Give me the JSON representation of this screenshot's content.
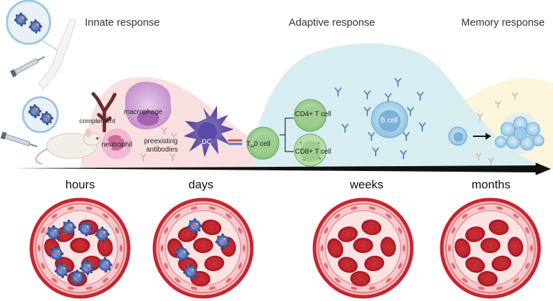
{
  "phases": {
    "innate": "Innate response",
    "adaptive": "Adaptive response",
    "memory": "Memory response"
  },
  "cells": {
    "complement": "complement",
    "macrophage": "macrophage",
    "neutrophil": "neutrophil",
    "preexisting_line1": "preexisting",
    "preexisting_line2": "antibodies",
    "dc": "DC",
    "th0_t": "T",
    "th0_sub": "H",
    "th0_rest": "0 cell",
    "cd4": "CD4+ T cell",
    "cd8": "CD8+ T cell",
    "bcell": "B cell"
  },
  "timeline": {
    "hours": "hours",
    "days": "days",
    "weeks": "weeks",
    "months": "months"
  },
  "colors": {
    "innate_bg": "#f9dfe0",
    "adaptive_bg": "#d5ecf1",
    "memory_bg": "#fbf5dc",
    "axis": "#111111",
    "vessel_ring": "#c8242f",
    "vessel_fill": "#f3b9bc",
    "rbc": "#c9262f",
    "virus": "#3f66b0"
  },
  "icons": [
    "syringe-icon",
    "arm-icon",
    "mouse-icon",
    "virus-icon",
    "antibody-icon",
    "arrow-right-icon"
  ]
}
